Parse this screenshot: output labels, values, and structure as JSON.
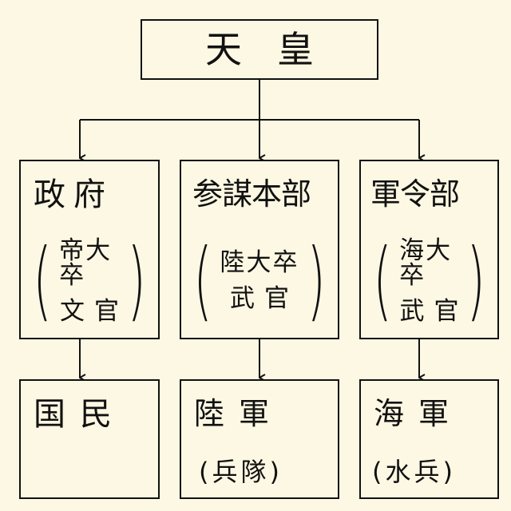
{
  "emperor": {
    "label": "天皇"
  },
  "branches": [
    {
      "label": "政府",
      "sub_line1": "帝大卒",
      "sub_line2": "文官",
      "child": {
        "label": "国民",
        "sub": ""
      }
    },
    {
      "label": "参謀本部",
      "sub_line1": "陸大卒",
      "sub_line2": "武官",
      "child": {
        "label": "陸軍",
        "sub": "(兵隊)"
      }
    },
    {
      "label": "軍令部",
      "sub_line1": "海大卒",
      "sub_line2": "武官",
      "child": {
        "label": "海軍",
        "sub": "(水兵)"
      }
    }
  ],
  "colors": {
    "background": "#fdf8e3",
    "ink": "#111111"
  }
}
